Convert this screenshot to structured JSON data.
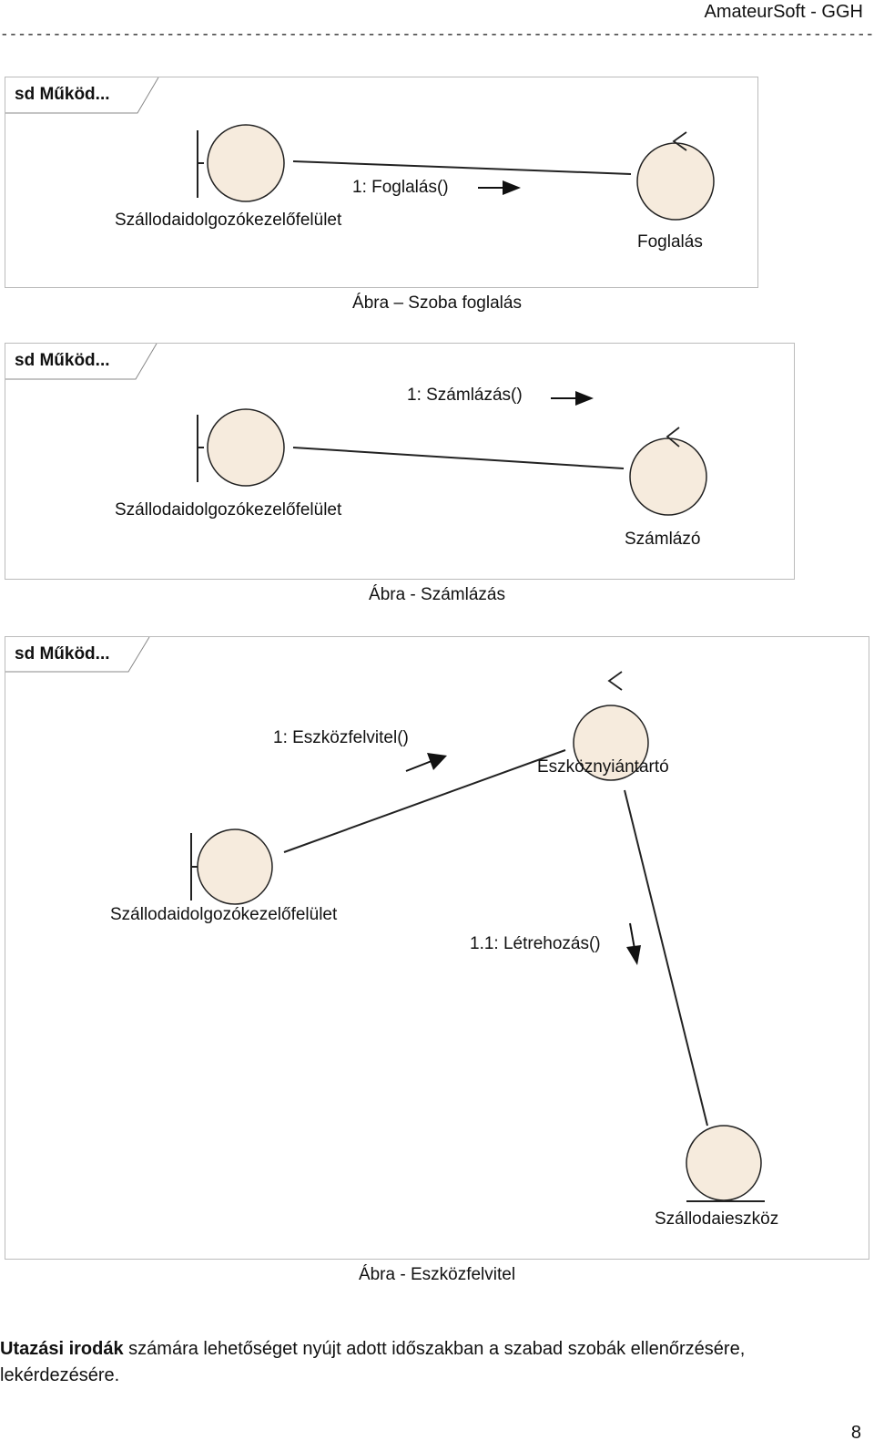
{
  "header": {
    "company": "AmateurSoft - GGH"
  },
  "diagrams": [
    {
      "tag": "sd Működ...",
      "labels": {
        "boundary": "Szállodaidolgozókezelőfelület",
        "message": "1: Foglalás()",
        "control": "Foglalás"
      },
      "caption": "Ábra – Szoba foglalás"
    },
    {
      "tag": "sd Működ...",
      "labels": {
        "boundary": "Szállodaidolgozókezelőfelület",
        "message": "1: Számlázás()",
        "control": "Számlázó"
      },
      "caption": "Ábra - Számlázás"
    },
    {
      "tag": "sd Működ...",
      "labels": {
        "boundary": "Szállodaidolgozókezelőfelület",
        "message1": "1: Eszközfelvitel()",
        "control": "Eszköznyiántartó",
        "message2": "1.1: Létrehozás()",
        "entity": "Szállodaieszköz"
      },
      "caption": "Ábra - Eszközfelvitel"
    }
  ],
  "paragraph": {
    "bold": "Utazási irodák",
    "text": " számára lehetőséget  nyújt adott időszakban a szabad szobák ellenőrzésére, lekérdezésére."
  },
  "page_number": "8",
  "colors": {
    "object_fill": "#f6ebdd",
    "object_stroke": "#222222",
    "frame_border": "#bbbbbb"
  }
}
